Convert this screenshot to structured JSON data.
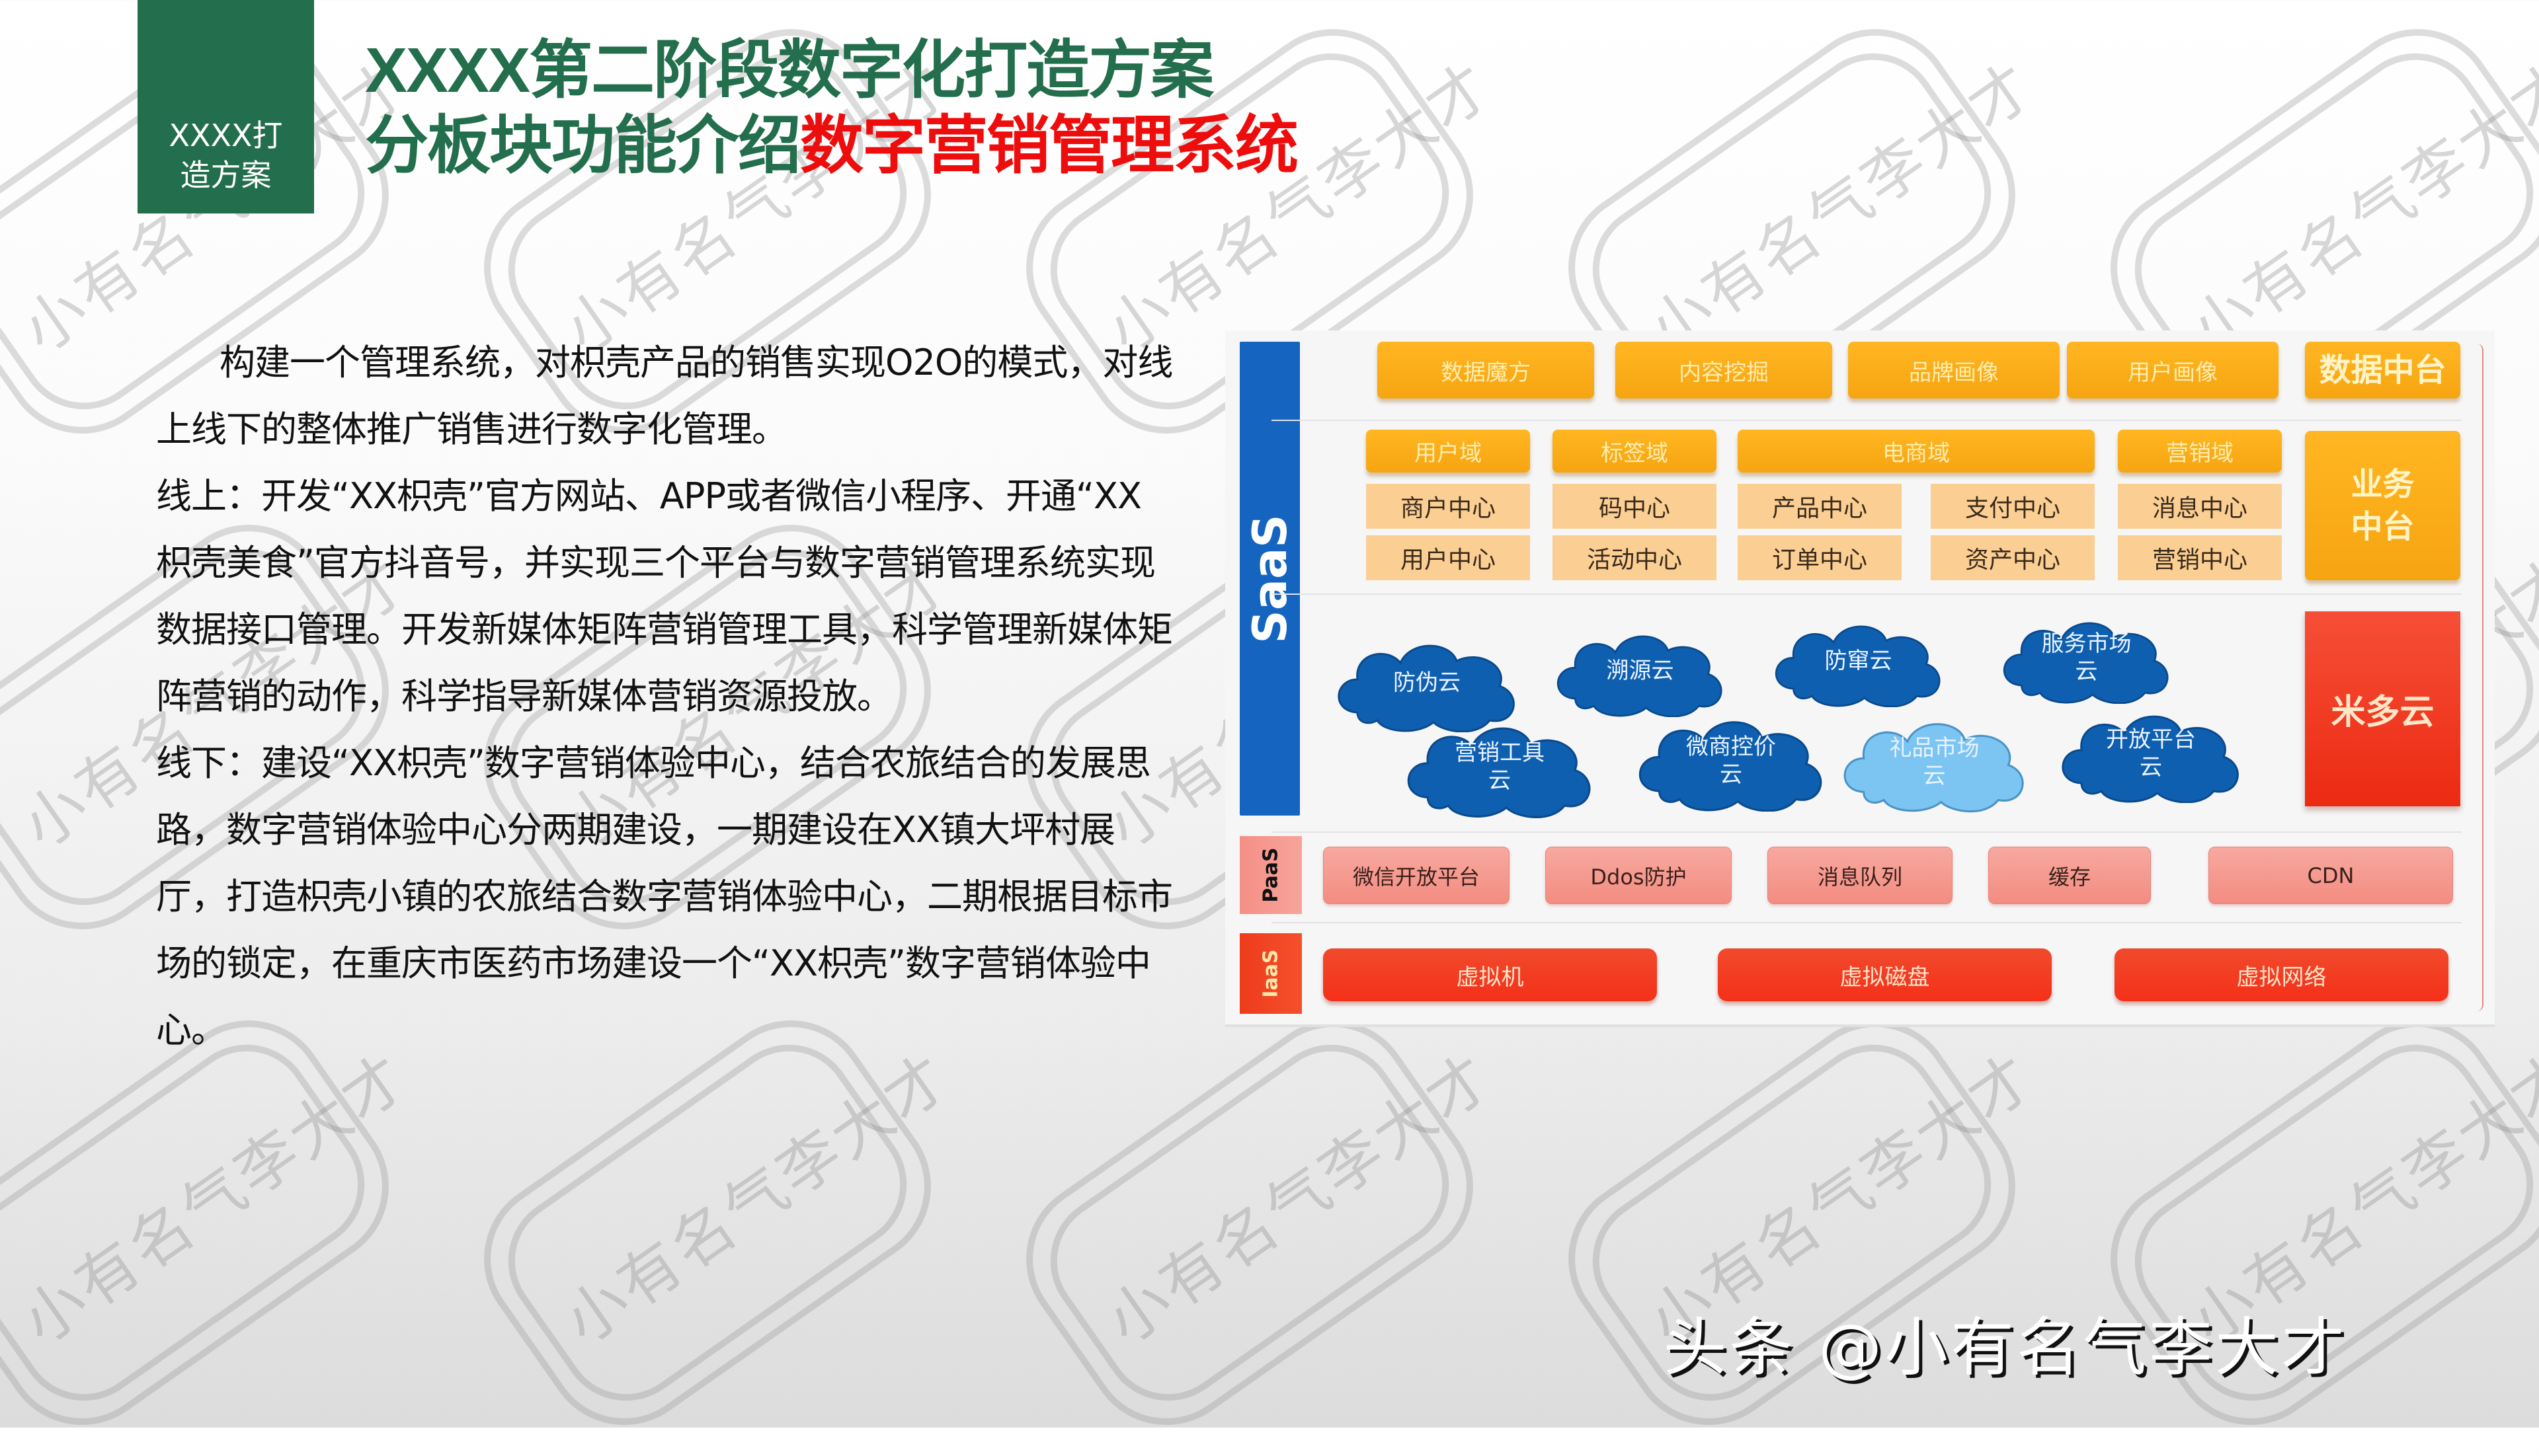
{
  "header": {
    "tab_label_line1": "XXXX打",
    "tab_label_line2": "造方案",
    "title_line1": "XXXX第二阶段数字化打造方案",
    "title_line2_green": "分板块功能介绍",
    "title_line2_red": "数字营销管理系统",
    "colors": {
      "green": "#236e4c",
      "red": "#ee0d0d"
    }
  },
  "body": {
    "paragraph1": "构建一个管理系统，对枳壳产品的销售实现O2O的模式，对线上线下的整体推广销售进行数字化管理。",
    "paragraph2": "线上：开发“XX枳壳”官方网站、APP或者微信小程序、开通“XX枳壳美食”官方抖音号，并实现三个平台与数字营销管理系统实现数据接口管理。开发新媒体矩阵营销管理工具，科学管理新媒体矩阵营销的动作，科学指导新媒体营销资源投放。",
    "paragraph3": "线下：建设“XX枳壳”数字营销体验中心，结合农旅结合的发展思路，数字营销体验中心分两期建设，一期建设在XX镇大坪村展厅，打造枳壳小镇的农旅结合数字营销体验中心，二期根据目标市场的锁定，在重庆市医药市场建设一个“XX枳壳”数字营销体验中心。"
  },
  "diagram": {
    "layers": {
      "saas": "SaaS",
      "paas": "PaaS",
      "iaas": "IaaS"
    },
    "data_row": [
      "数据魔方",
      "内容挖掘",
      "品牌画像",
      "用户画像"
    ],
    "data_label": "数据中台",
    "domains": [
      "用户域",
      "标签域",
      "电商域",
      "营销域"
    ],
    "centers_row1": [
      "商户中心",
      "码中心",
      "产品中心",
      "支付中心",
      "消息中心"
    ],
    "centers_row2": [
      "用户中心",
      "活动中心",
      "订单中心",
      "资产中心",
      "营销中心"
    ],
    "business_label_line1": "业务",
    "business_label_line2": "中台",
    "clouds": [
      {
        "line1": "防伪云",
        "line2": ""
      },
      {
        "line1": "溯源云",
        "line2": ""
      },
      {
        "line1": "防窜云",
        "line2": ""
      },
      {
        "line1": "服务市场",
        "line2": "云"
      },
      {
        "line1": "营销工具",
        "line2": "云"
      },
      {
        "line1": "微商控价",
        "line2": "云"
      },
      {
        "line1": "礼品市场",
        "line2": "云"
      },
      {
        "line1": "开放平台",
        "line2": "云"
      }
    ],
    "cloud_label": "米多云",
    "paas_items": [
      "微信开放平台",
      "Ddos防护",
      "消息队列",
      "缓存",
      "CDN"
    ],
    "iaas_items": [
      "虚拟机",
      "虚拟磁盘",
      "虚拟网络"
    ],
    "colors": {
      "saas_blue": "#1565c0",
      "orange": "#ffb622",
      "light_orange": "#fbcf94",
      "pink": "#f7a9a0",
      "red": "#f04a2c",
      "cloud_blue": "#0f5fb0",
      "cloud_light": "#7cc4f2"
    }
  },
  "watermark": {
    "text": "小有名气李大才"
  },
  "credit": {
    "text": "头条 @小有名气李大才"
  }
}
